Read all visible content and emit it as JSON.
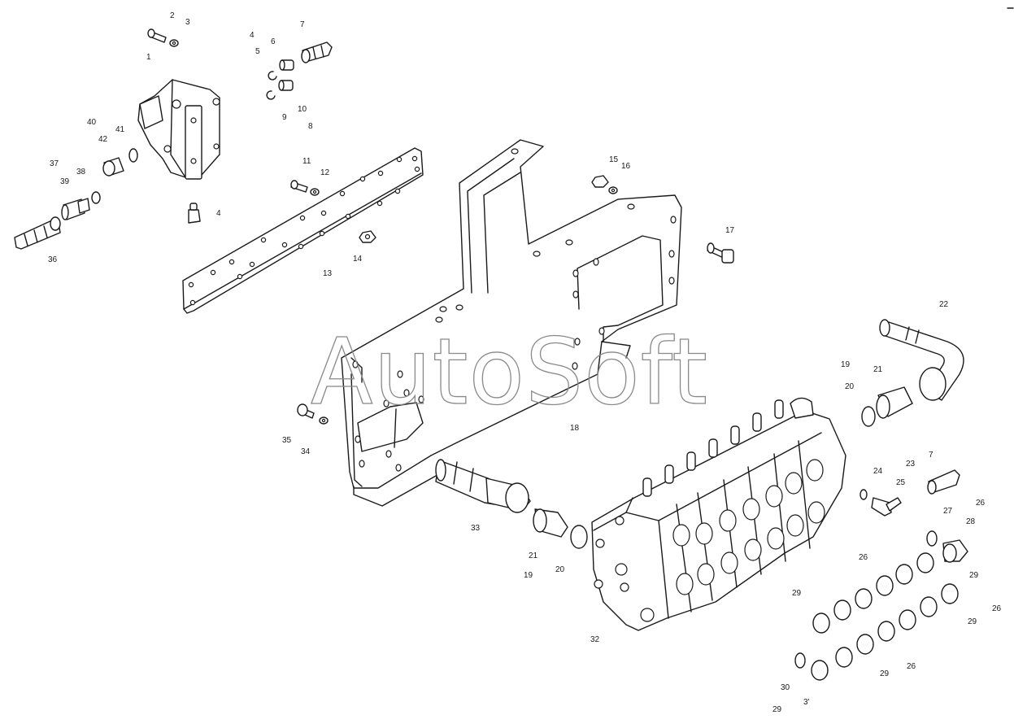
{
  "watermark": "AutoSoft",
  "callouts": [
    {
      "id": "c-1",
      "text": "1"
    },
    {
      "id": "c-2",
      "text": "2"
    },
    {
      "id": "c-3",
      "text": "3"
    },
    {
      "id": "c-4a",
      "text": "4"
    },
    {
      "id": "c-5",
      "text": "5"
    },
    {
      "id": "c-6",
      "text": "6"
    },
    {
      "id": "c-7a",
      "text": "7"
    },
    {
      "id": "c-10",
      "text": "10"
    },
    {
      "id": "c-9",
      "text": "9"
    },
    {
      "id": "c-8",
      "text": "8"
    },
    {
      "id": "c-40",
      "text": "40"
    },
    {
      "id": "c-41",
      "text": "41"
    },
    {
      "id": "c-42",
      "text": "42"
    },
    {
      "id": "c-37",
      "text": "37"
    },
    {
      "id": "c-38",
      "text": "38"
    },
    {
      "id": "c-39",
      "text": "39"
    },
    {
      "id": "c-36",
      "text": "36"
    },
    {
      "id": "c-4b",
      "text": "4"
    },
    {
      "id": "c-11",
      "text": "11"
    },
    {
      "id": "c-12",
      "text": "12"
    },
    {
      "id": "c-13",
      "text": "13"
    },
    {
      "id": "c-14",
      "text": "14"
    },
    {
      "id": "c-15",
      "text": "15"
    },
    {
      "id": "c-16",
      "text": "16"
    },
    {
      "id": "c-17",
      "text": "17"
    },
    {
      "id": "c-22",
      "text": "22"
    },
    {
      "id": "c-19a",
      "text": "19"
    },
    {
      "id": "c-21a",
      "text": "21"
    },
    {
      "id": "c-20a",
      "text": "20"
    },
    {
      "id": "c-18",
      "text": "18"
    },
    {
      "id": "c-35",
      "text": "35"
    },
    {
      "id": "c-34",
      "text": "34"
    },
    {
      "id": "c-7b",
      "text": "7"
    },
    {
      "id": "c-24",
      "text": "24"
    },
    {
      "id": "c-23",
      "text": "23"
    },
    {
      "id": "c-25",
      "text": "25"
    },
    {
      "id": "c-26a",
      "text": "26"
    },
    {
      "id": "c-27",
      "text": "27"
    },
    {
      "id": "c-28",
      "text": "28"
    },
    {
      "id": "c-33",
      "text": "33"
    },
    {
      "id": "c-21b",
      "text": "21"
    },
    {
      "id": "c-20b",
      "text": "20"
    },
    {
      "id": "c-19b",
      "text": "19"
    },
    {
      "id": "c-26b",
      "text": "26"
    },
    {
      "id": "c-29a",
      "text": "29"
    },
    {
      "id": "c-29b",
      "text": "29"
    },
    {
      "id": "c-26c",
      "text": "26"
    },
    {
      "id": "c-29c",
      "text": "29"
    },
    {
      "id": "c-32",
      "text": "32"
    },
    {
      "id": "c-26d",
      "text": "26"
    },
    {
      "id": "c-29d",
      "text": "29"
    },
    {
      "id": "c-30",
      "text": "30"
    },
    {
      "id": "c-31",
      "text": "3'"
    },
    {
      "id": "c-29e",
      "text": "29"
    }
  ]
}
